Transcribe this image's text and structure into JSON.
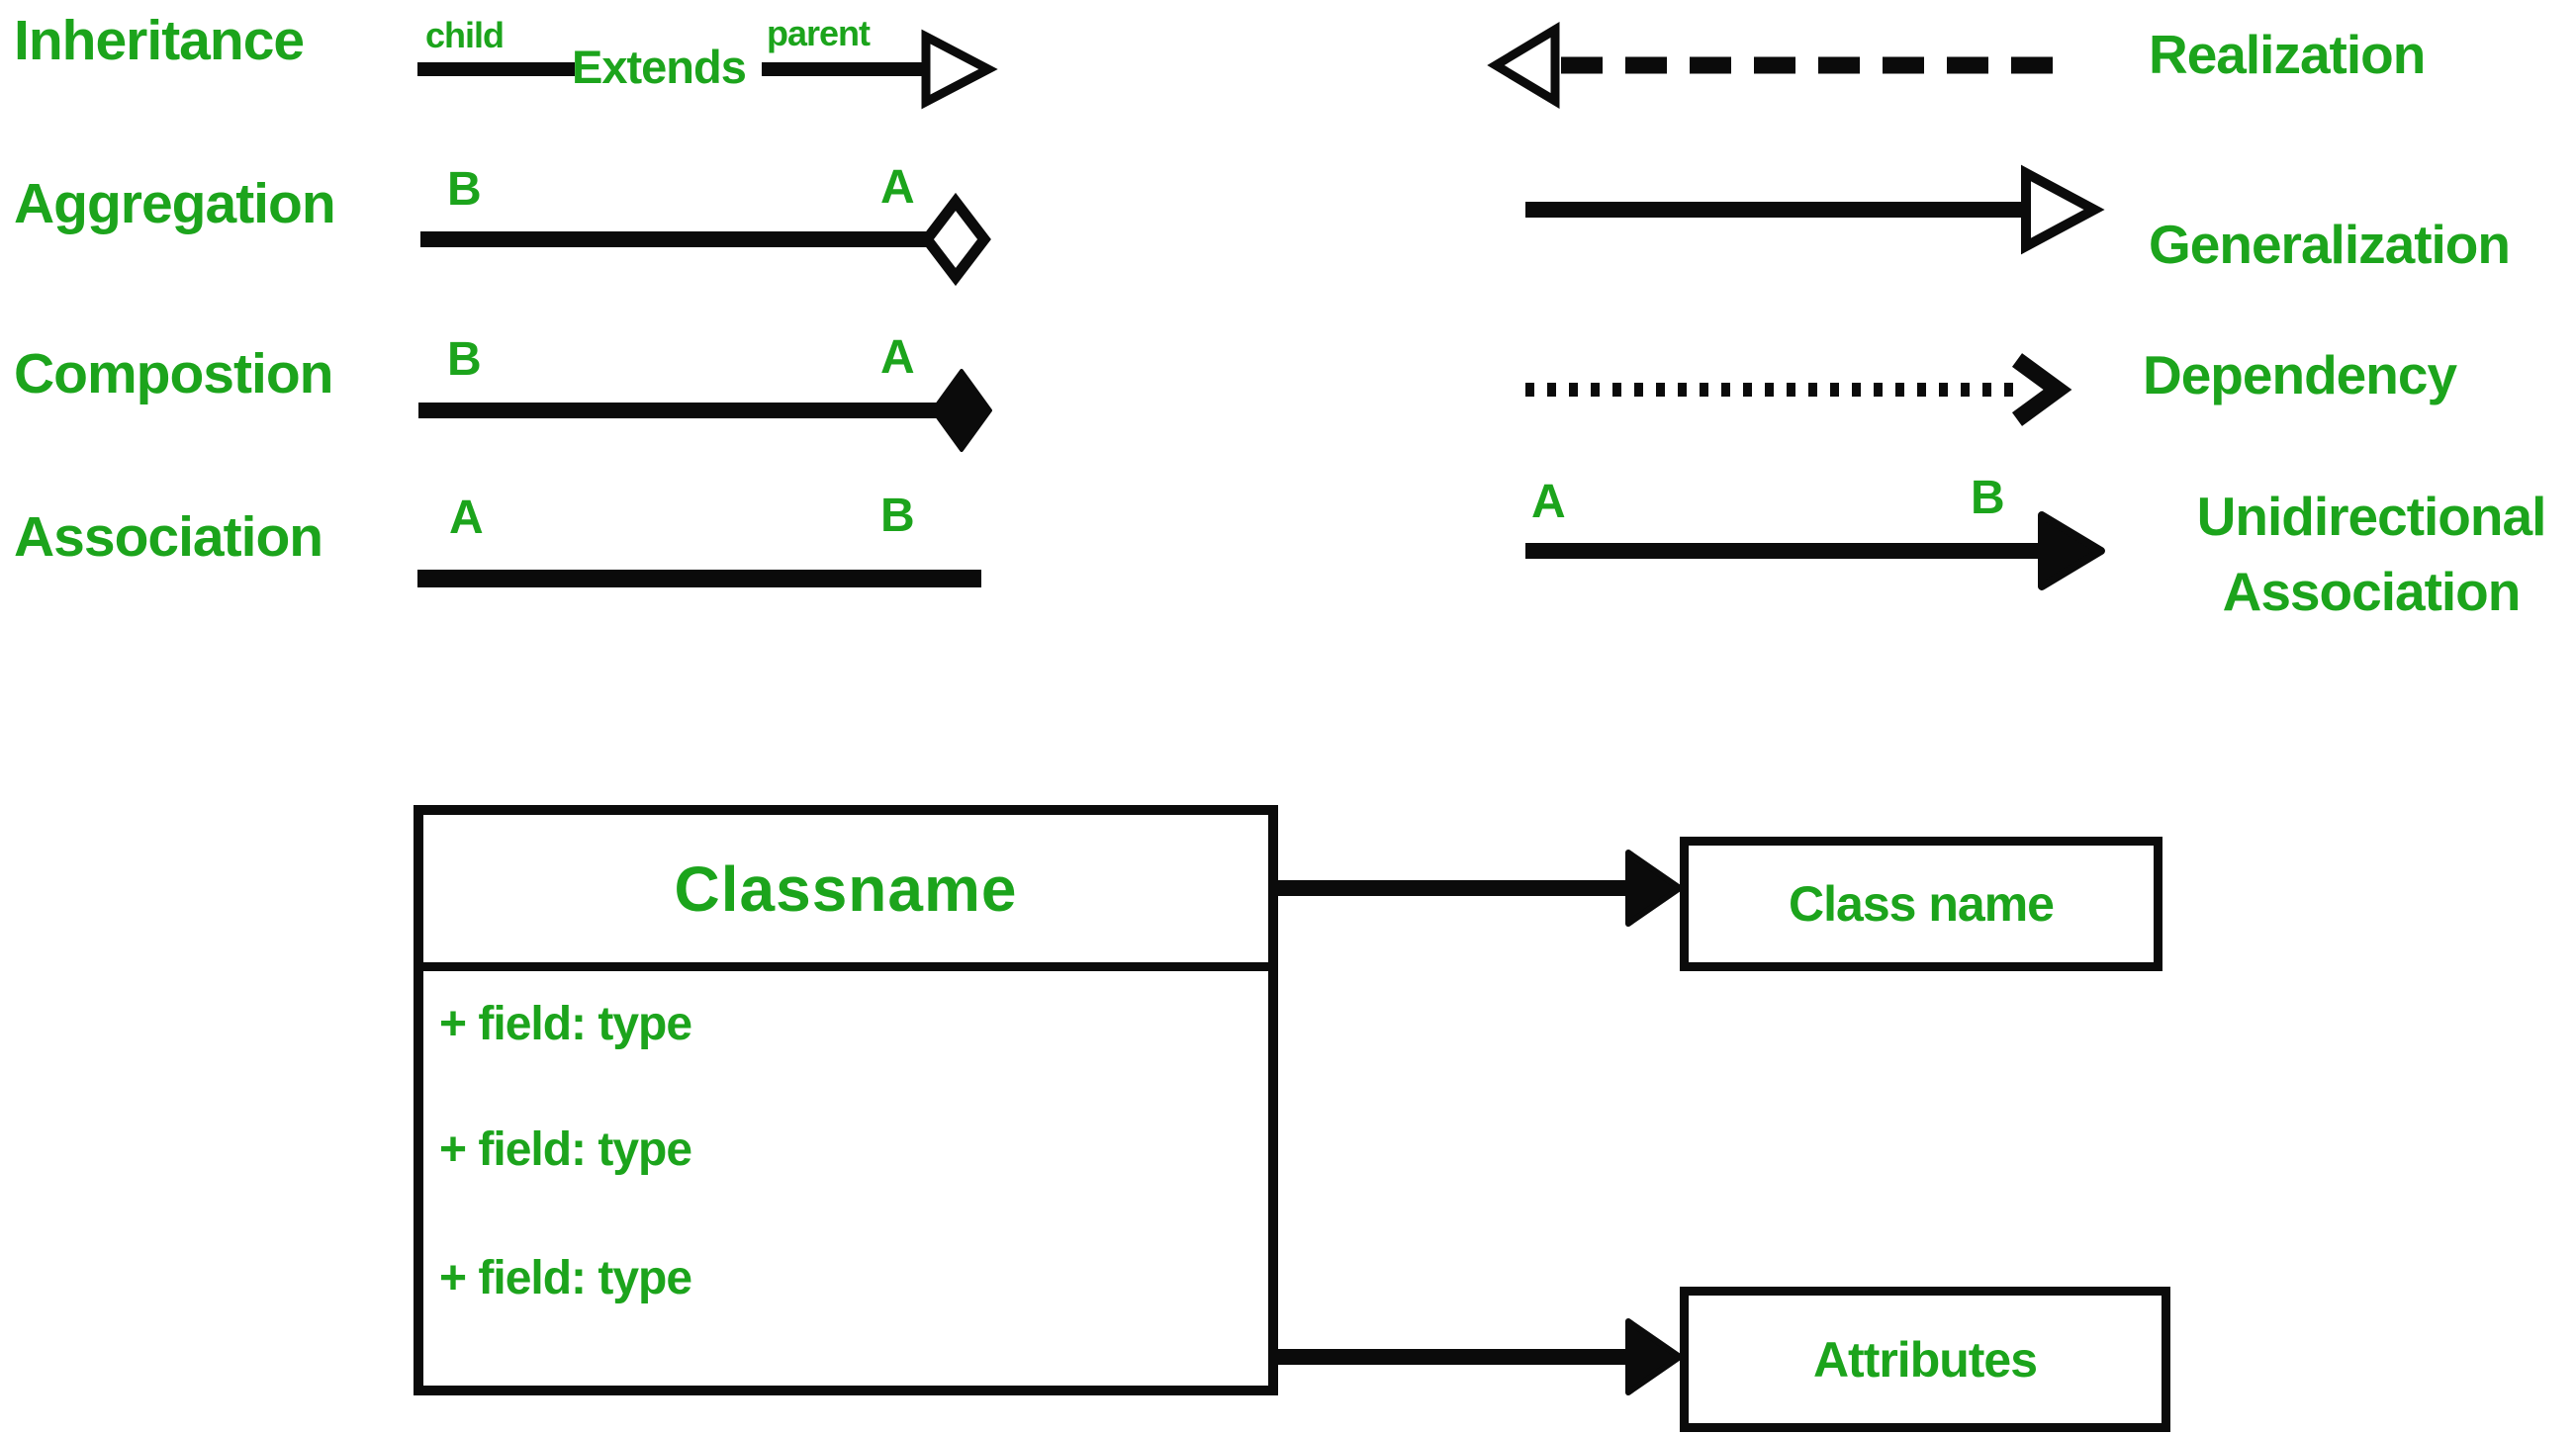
{
  "colors": {
    "green": "#1CA41C",
    "ink": "#0B0B0B",
    "background": "#FFFFFF"
  },
  "legend_left": {
    "inheritance": {
      "label": "Inheritance",
      "child": "child",
      "extends": "Extends",
      "parent": "parent"
    },
    "aggregation": {
      "label": "Aggregation",
      "end_b": "B",
      "end_a": "A"
    },
    "compostion": {
      "label": "Compostion",
      "end_b": "B",
      "end_a": "A"
    },
    "association": {
      "label": "Association",
      "end_a": "A",
      "end_b": "B"
    }
  },
  "legend_right": {
    "realization": {
      "label": "Realization"
    },
    "generalization": {
      "label": "Generalization"
    },
    "dependency": {
      "label": "Dependency"
    },
    "unidirectional_association": {
      "label_line1": "Unidirectional",
      "label_line2": "Association",
      "end_a": "A",
      "end_b": "B"
    }
  },
  "class_structure": {
    "class_box": {
      "title": "Classname",
      "fields": [
        "+ field: type",
        "+ field: type",
        "+ field: type"
      ]
    },
    "callouts": {
      "class_name": "Class name",
      "attributes": "Attributes"
    }
  }
}
